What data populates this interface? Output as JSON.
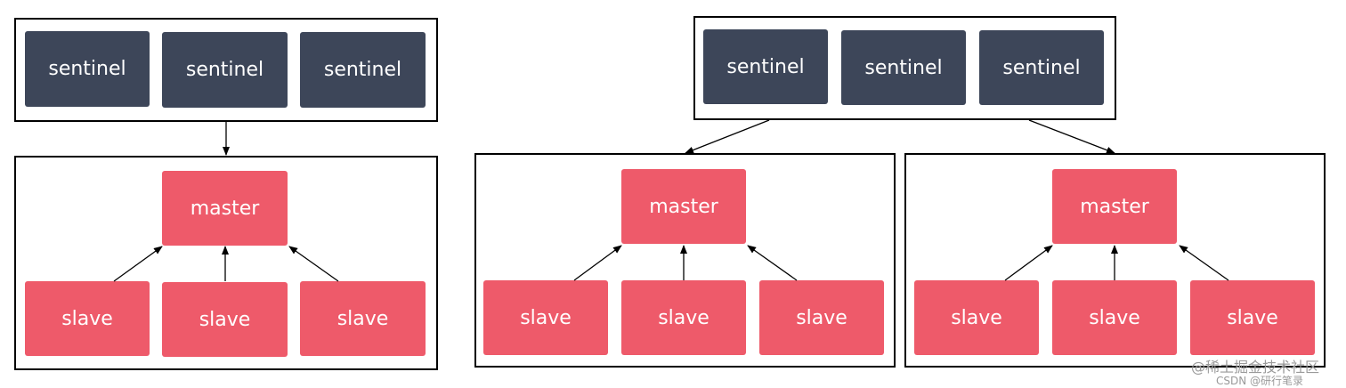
{
  "labels": {
    "sentinel": "sentinel",
    "master": "master",
    "slave": "slave"
  },
  "watermark": {
    "line1": "@稀土掘金技术社区",
    "line2": "CSDN @研行笔录"
  },
  "colors": {
    "sentinel_fill": "#3d4659",
    "redis_fill": "#ee5a6a",
    "border": "#000000"
  }
}
